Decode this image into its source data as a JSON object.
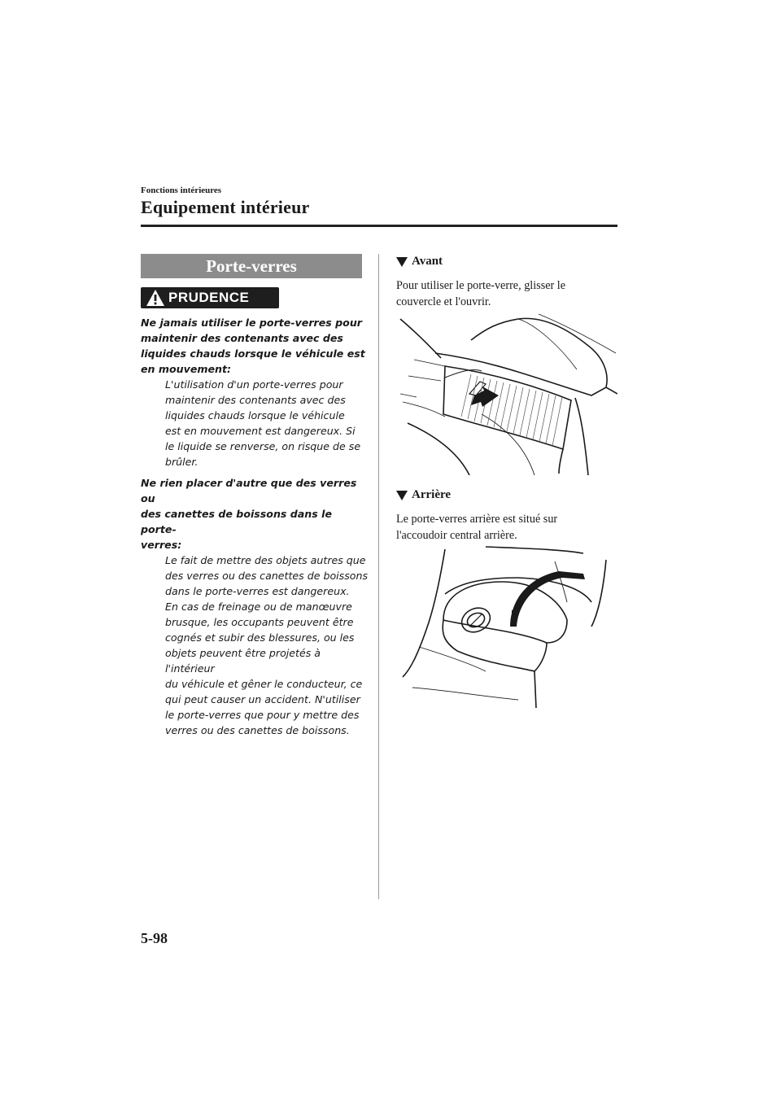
{
  "header": {
    "chapter": "Fonctions intérieures",
    "title": "Equipement intérieur"
  },
  "left": {
    "section_title": "Porte-verres",
    "caution_label": "PRUDENCE",
    "warnings": [
      {
        "head_lines": [
          "Ne jamais utiliser le porte-verres pour",
          "maintenir des contenants avec des",
          "liquides chauds lorsque le véhicule est",
          "en mouvement:"
        ],
        "body_lines": [
          "L'utilisation d'un porte-verres pour",
          "maintenir des contenants avec des",
          "liquides chauds lorsque le véhicule",
          "est en mouvement est dangereux. Si",
          "le liquide se renverse, on risque de se",
          "brûler."
        ]
      },
      {
        "head_lines": [
          "Ne rien placer d'autre que des verres ou",
          "des canettes de boissons dans le porte-",
          "verres:"
        ],
        "body_lines": [
          "Le fait de mettre des objets autres que",
          "des verres ou des canettes de boissons",
          "dans le porte-verres est dangereux.",
          "En cas de freinage ou de manœuvre",
          "brusque, les occupants peuvent être",
          "cognés et subir des blessures, ou les",
          "objets peuvent être projetés à l'intérieur",
          "du véhicule et gêner le conducteur, ce",
          "qui peut causer un accident. N'utiliser",
          "le porte-verres que pour y mettre des",
          "verres ou des canettes de boissons."
        ]
      }
    ]
  },
  "right": {
    "front": {
      "heading": "Avant",
      "text_lines": [
        "Pour utiliser le porte-verre, glisser le",
        "couvercle et l'ouvrir."
      ]
    },
    "rear": {
      "heading": "Arrière",
      "text_lines": [
        "Le porte-verres arrière est situé sur",
        "l'accoudoir central arrière."
      ]
    }
  },
  "footer": {
    "page_number": "5-98"
  }
}
